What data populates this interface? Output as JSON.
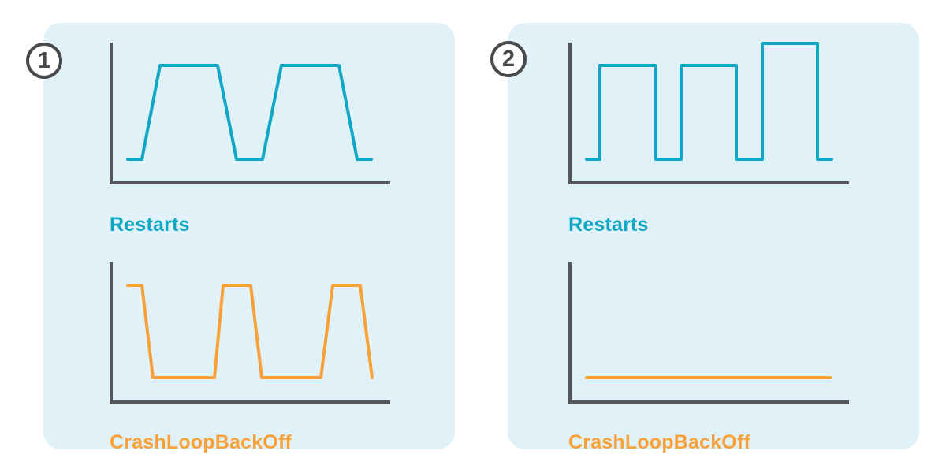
{
  "colors": {
    "page_bg": "#ffffff",
    "panel_bg": "#e0f2f8",
    "axis": "#55575a",
    "teal": "#10a7c4",
    "orange": "#f9a138",
    "badge_border": "#47494d",
    "badge_text": "#47494d",
    "badge_bg": "#ffffff"
  },
  "axis": {
    "color": "#55575a",
    "y_line": [
      [
        6,
        4
      ],
      [
        6,
        184
      ]
    ],
    "x_line": [
      [
        4,
        182
      ],
      [
        360,
        182
      ]
    ]
  },
  "panels": [
    {
      "number": "1",
      "charts": [
        {
          "id": "restarts",
          "type": "line",
          "shape": "trapezoid-wave",
          "label": "Restarts",
          "color": "#10a7c4",
          "points": [
            [
              27,
              152
            ],
            [
              45,
              152
            ],
            [
              68,
              33
            ],
            [
              141,
              33
            ],
            [
              165,
              152
            ],
            [
              198,
              152
            ],
            [
              222,
              33
            ],
            [
              295,
              33
            ],
            [
              318,
              152
            ],
            [
              336,
              152
            ]
          ]
        },
        {
          "id": "crashloopbackoff",
          "type": "line",
          "shape": "inverted-trapezoid-wave",
          "label": "CrashLoopBackOff",
          "color": "#f9a138",
          "points": [
            [
              27,
              34
            ],
            [
              45,
              34
            ],
            [
              59,
              151
            ],
            [
              137,
              151
            ],
            [
              148,
              34
            ],
            [
              183,
              34
            ],
            [
              197,
              151
            ],
            [
              272,
              151
            ],
            [
              287,
              34
            ],
            [
              322,
              34
            ],
            [
              337,
              151
            ]
          ]
        }
      ]
    },
    {
      "number": "2",
      "charts": [
        {
          "id": "restarts",
          "type": "line",
          "shape": "square-wave",
          "label": "Restarts",
          "color": "#10a7c4",
          "points": [
            [
              27,
              152
            ],
            [
              44,
              152
            ],
            [
              44,
              33
            ],
            [
              115,
              33
            ],
            [
              115,
              152
            ],
            [
              147,
              152
            ],
            [
              147,
              33
            ],
            [
              217,
              33
            ],
            [
              217,
              152
            ],
            [
              250,
              152
            ],
            [
              250,
              5
            ],
            [
              320,
              5
            ],
            [
              320,
              152
            ],
            [
              338,
              152
            ]
          ]
        },
        {
          "id": "crashloopbackoff",
          "type": "line",
          "shape": "flat-line",
          "label": "CrashLoopBackOff",
          "color": "#f9a138",
          "points": [
            [
              27,
              151
            ],
            [
              337,
              151
            ]
          ]
        }
      ]
    }
  ]
}
